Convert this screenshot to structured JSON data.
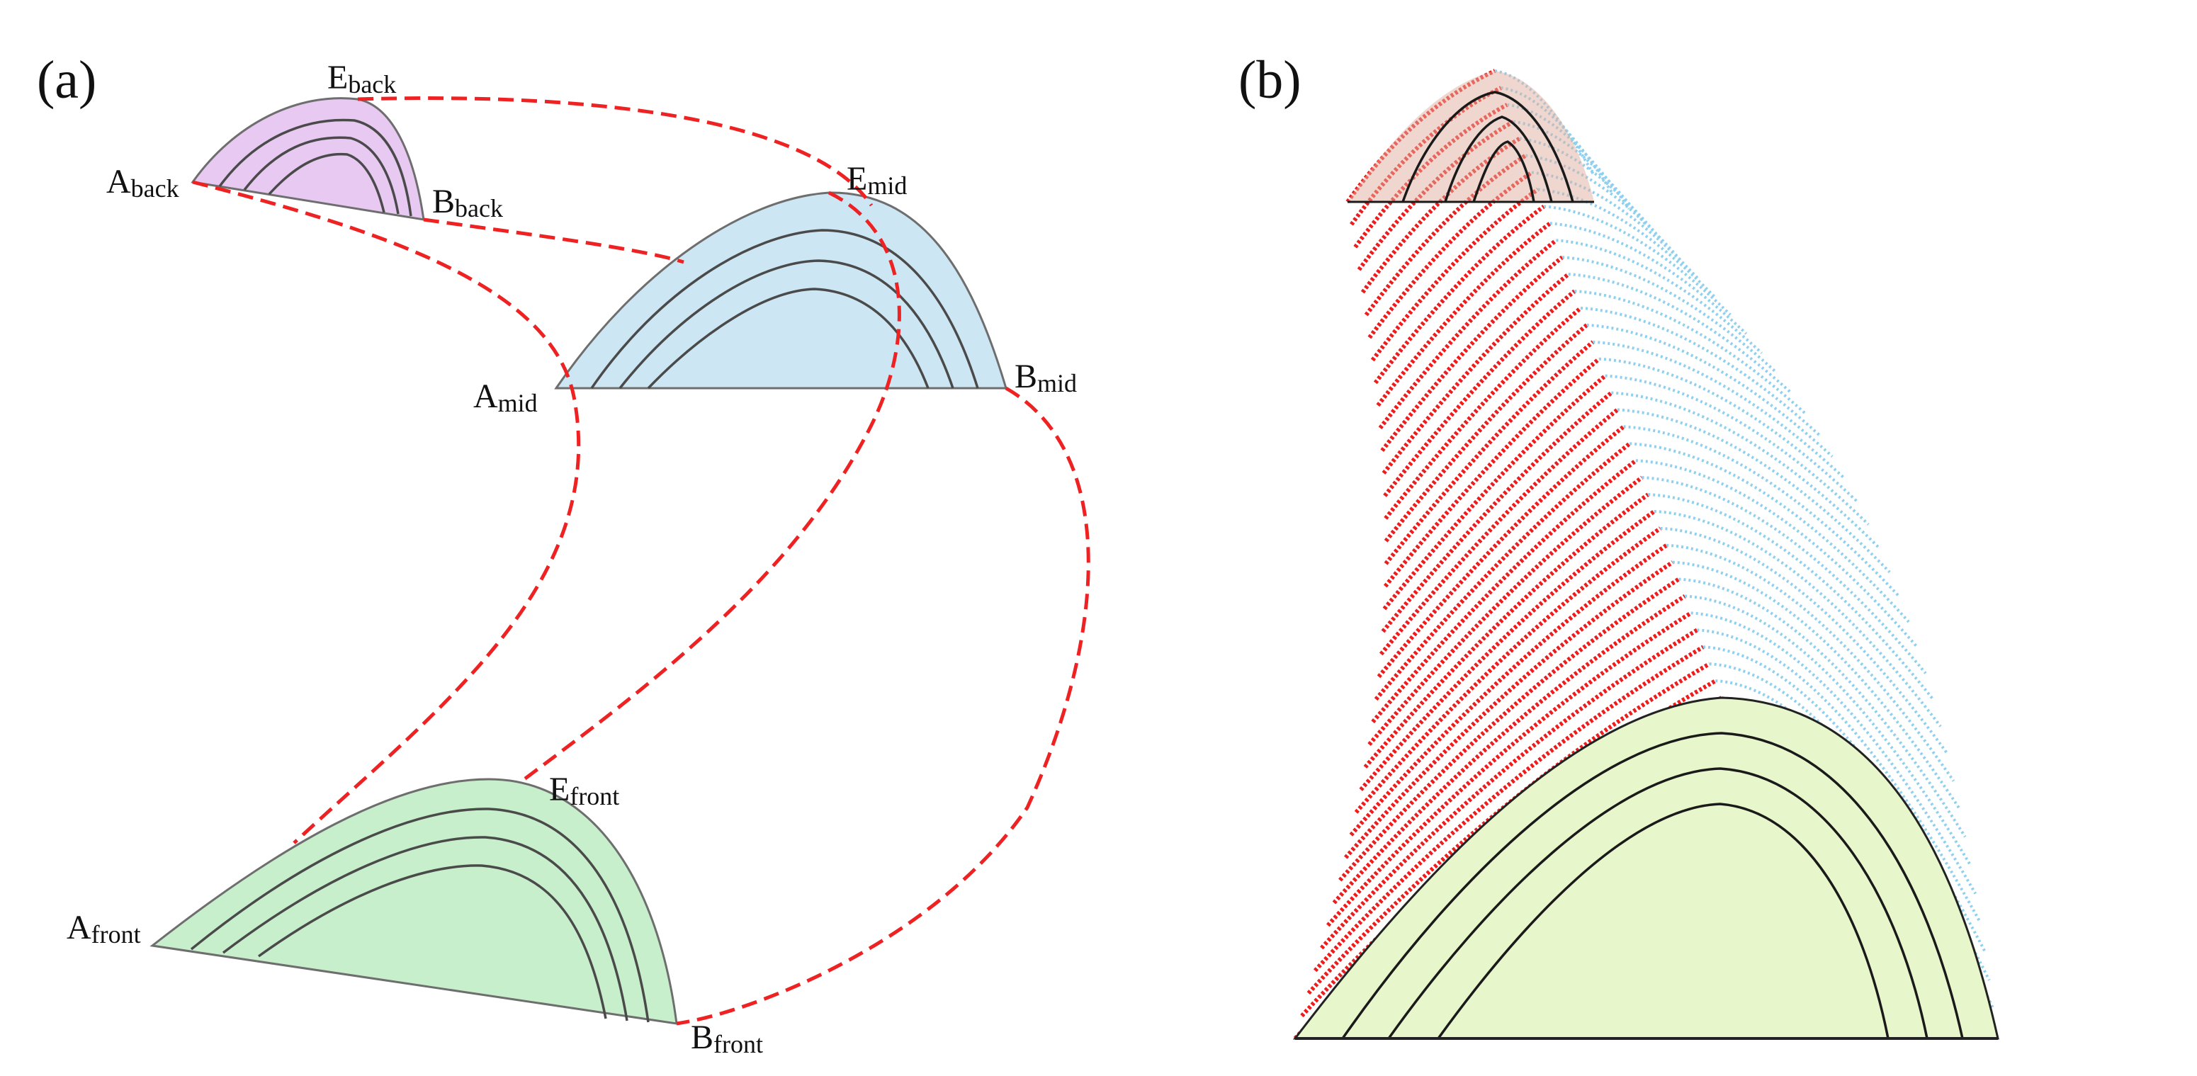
{
  "panels": {
    "a": {
      "label": "(a)"
    },
    "b": {
      "label": "(b)"
    }
  },
  "points": {
    "e_back": {
      "base": "E",
      "sub": "back"
    },
    "a_back": {
      "base": "A",
      "sub": "back"
    },
    "b_back": {
      "base": "B",
      "sub": "back"
    },
    "e_mid": {
      "base": "E",
      "sub": "mid"
    },
    "a_mid": {
      "base": "A",
      "sub": "mid"
    },
    "b_mid": {
      "base": "B",
      "sub": "mid"
    },
    "e_front": {
      "base": "E",
      "sub": "front"
    },
    "a_front": {
      "base": "A",
      "sub": "front"
    },
    "b_front": {
      "base": "B",
      "sub": "front"
    }
  },
  "colors": {
    "back_fill": "#e7c9f2",
    "mid_fill": "#cde6f3",
    "front_fill_a": "#c8efcc",
    "front_fill_b": "#e8f6cc",
    "connector": "#ee2222",
    "blade_red": "#ee1c1c",
    "blade_blue": "#8fd0ef"
  }
}
